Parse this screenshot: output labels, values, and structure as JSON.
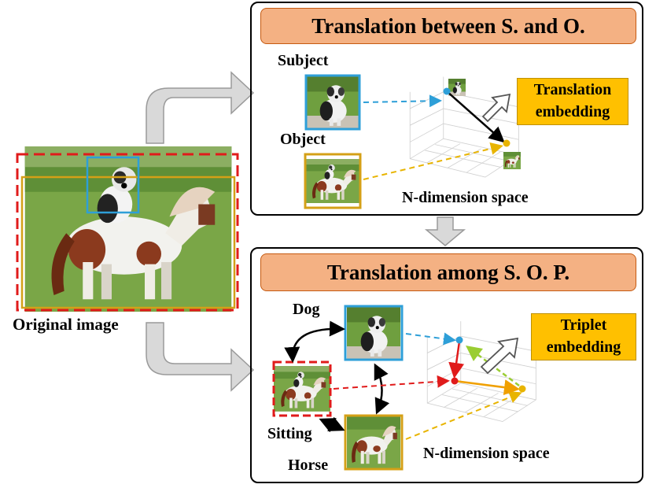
{
  "colors": {
    "title_fill": "#f4b183",
    "embed_fill": "#ffc000",
    "subject_blue": "#2e9fd8",
    "object_gold": "#d4a017",
    "predicate_red": "#e01b1b",
    "grass": "#6b9a3a"
  },
  "left": {
    "caption": "Original image"
  },
  "top_panel": {
    "title": "Translation between S. and O.",
    "subject_label": "Subject",
    "object_label": "Object",
    "embedding_line1": "Translation",
    "embedding_line2": "embedding",
    "space_label": "N-dimension space"
  },
  "bottom_panel": {
    "title": "Translation among S. O. P.",
    "dog_label": "Dog",
    "sitting_label": "Sitting",
    "horse_label": "Horse",
    "embedding_line1": "Triplet",
    "embedding_line2": "embedding",
    "space_label": "N-dimension space"
  }
}
